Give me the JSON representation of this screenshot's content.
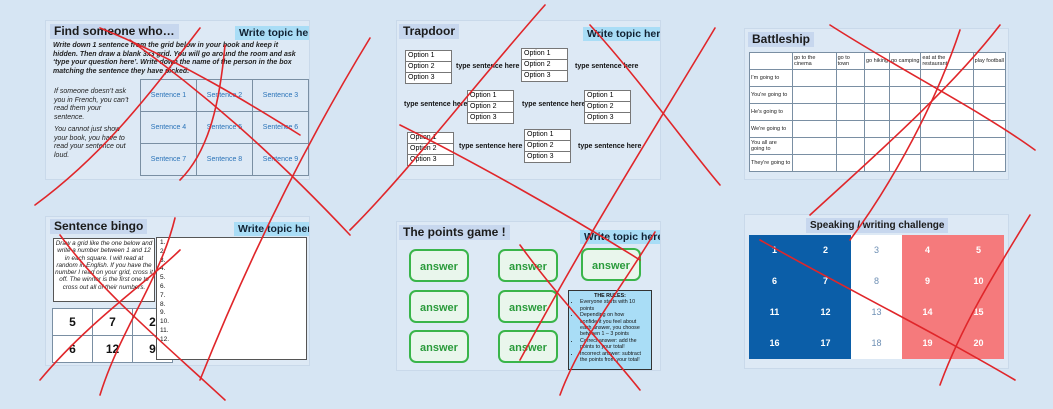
{
  "slide1": {
    "title": "Find someone who…",
    "topic": "Write topic here",
    "instructions": "Write down 1 sentence from the grid below in your book and keep it hidden. Then draw a blank 3x3 grid. You will go around the room and ask ‘type your question here’. Write down the name of the person in the box matching the sentence they have picked.",
    "note1": "If someone doesn’t ask you in French, you can’t read them your sentence.",
    "note2": "You cannot just show your book, you have to read your sentence out loud.",
    "grid": [
      [
        "Sentence 1",
        "Sentence 2",
        "Sentence 3"
      ],
      [
        "Sentence 4",
        "Sentence 5",
        "Sentence 6"
      ],
      [
        "Sentence 7",
        "Sentence 8",
        "Sentence 9"
      ]
    ]
  },
  "slide2": {
    "title": "Trapdoor",
    "topic": "Write topic here",
    "options": [
      "Option 1",
      "Option 2",
      "Option 3"
    ],
    "type_sentence": "type sentence here"
  },
  "slide3": {
    "title": "Battleship",
    "headers": [
      "go to the cinema",
      "go to town",
      "go hiking",
      "go camping",
      "eat at the restaurant",
      "play football"
    ],
    "rows": [
      "I'm going to",
      "You're going to",
      "He's going to",
      "We're going to",
      "You all are going to",
      "They're going to"
    ]
  },
  "slide4": {
    "title": "Sentence bingo",
    "topic": "Write topic here",
    "instructions": "Draw a grid like the one below and write a number between 1 and 12 in each square. I will read at random in English. If you have the number I read on your grid, cross it off. The winner is the first one to cross out all of their numbers.",
    "grid": [
      [
        "5",
        "7",
        "2"
      ],
      [
        "6",
        "12",
        "9"
      ]
    ],
    "numbers": [
      "1.",
      "2.",
      "3.",
      "4.",
      "5.",
      "6.",
      "7.",
      "8.",
      "9.",
      "10.",
      "11.",
      "12."
    ]
  },
  "slide5": {
    "title": "The points game !",
    "topic": "Write topic here",
    "answer": "answer",
    "rules_title": "THE RULES:",
    "rules": [
      "Everyone starts with 10 points",
      "Depending on how confident you feel about each answer, you choose between 1 – 3 points",
      "Correct answer: add the points to your total!",
      "Incorrect answer: subtract the points from your total!"
    ]
  },
  "slide6": {
    "title": "Speaking / writing challenge",
    "numbers": [
      "1",
      "2",
      "3",
      "4",
      "5",
      "6",
      "7",
      "8",
      "9",
      "10",
      "11",
      "12",
      "13",
      "14",
      "15",
      "16",
      "17",
      "18",
      "19",
      "20"
    ],
    "colors": {
      "blue": "#0b5ea8",
      "white": "#ffffff",
      "red": "#f57a7c"
    }
  }
}
